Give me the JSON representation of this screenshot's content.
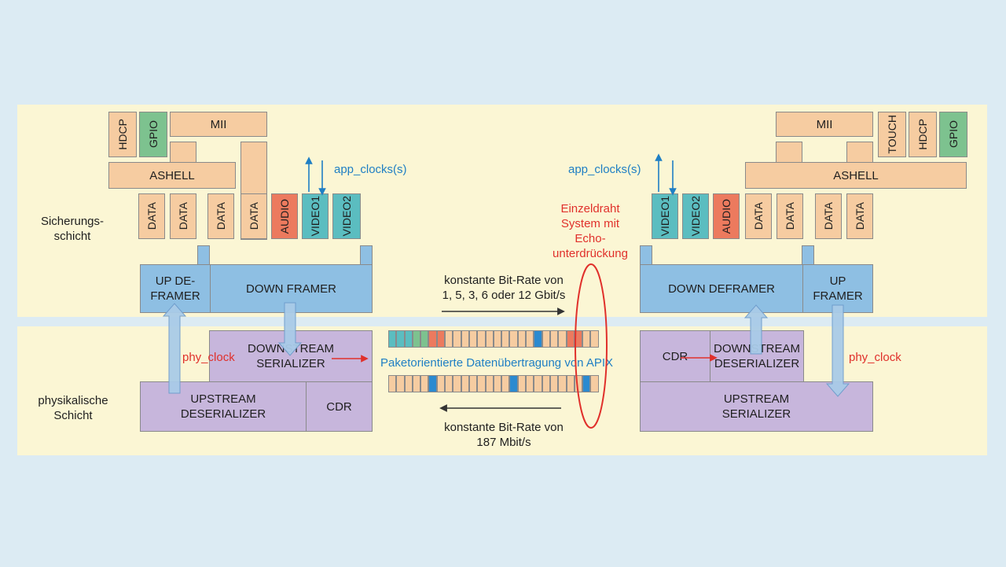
{
  "left": {
    "hdcp": "HDCP",
    "gpio": "GPIO",
    "mii": "MII",
    "ashell": "ASHELL",
    "data": "DATA",
    "audio": "AUDIO",
    "video1": "VIDEO1",
    "video2": "VIDEO2",
    "app_clocks": "app_clocks(s)",
    "up_deframer": "UP DE-\nFRAMER",
    "down_framer": "DOWN FRAMER",
    "downstream_serializer": "DOWNSTREAM\nSERIALIZER",
    "phy_clock": "phy_clock",
    "upstream_deserializer": "UPSTREAM\nDESERIALIZER",
    "cdr": "CDR"
  },
  "right": {
    "mii": "MII",
    "touch": "TOUCH",
    "hdcp": "HDCP",
    "gpio": "GPIO",
    "ashell": "ASHELL",
    "video1": "VIDEO1",
    "video2": "VIDEO2",
    "audio": "AUDIO",
    "data": "DATA",
    "app_clocks": "app_clocks(s)",
    "down_deframer": "DOWN DEFRAMER",
    "up_framer": "UP\nFRAMER",
    "cdr": "CDR",
    "downstream_deserializer": "DOWNSTREAM\nDESERIALIZER",
    "phy_clock": "phy_clock",
    "upstream_serializer": "UPSTREAM\nSERIALIZER"
  },
  "layers": {
    "link": "Sicherungs-\nschicht",
    "physical": "physikalische\nSchicht"
  },
  "middle": {
    "rate_down": "konstante Bit-Rate von\n1, 5, 3, 6 oder 12 Gbit/s",
    "rate_up": "konstante Bit-Rate von\n187 Mbit/s",
    "packet_transfer": "Paketorientierte Datenübertragung von APIX",
    "echo": "Einzeldraht\nSystem mit\nEcho-\nunterdrückung"
  },
  "colors": {
    "orange": "#f6cca1",
    "green": "#7dc28f",
    "teal": "#5bbdc0",
    "red": "#ec7a5e",
    "blue": "#8ebfe3",
    "purple": "#c7b6dc",
    "label_blue": "#1f7fc4",
    "label_red": "#e0302b"
  },
  "stream_top": [
    "t",
    "t",
    "t",
    "g",
    "g",
    "r",
    "r",
    "o",
    "o",
    "o",
    "o",
    "o",
    "o",
    "o",
    "o",
    "o",
    "o",
    "o",
    "b",
    "o",
    "o",
    "o",
    "r",
    "r",
    "o",
    "o"
  ],
  "stream_bottom": [
    "o",
    "o",
    "o",
    "o",
    "o",
    "b",
    "o",
    "o",
    "o",
    "o",
    "o",
    "o",
    "o",
    "o",
    "o",
    "b",
    "o",
    "o",
    "o",
    "o",
    "o",
    "o",
    "o",
    "o",
    "b",
    "o"
  ]
}
